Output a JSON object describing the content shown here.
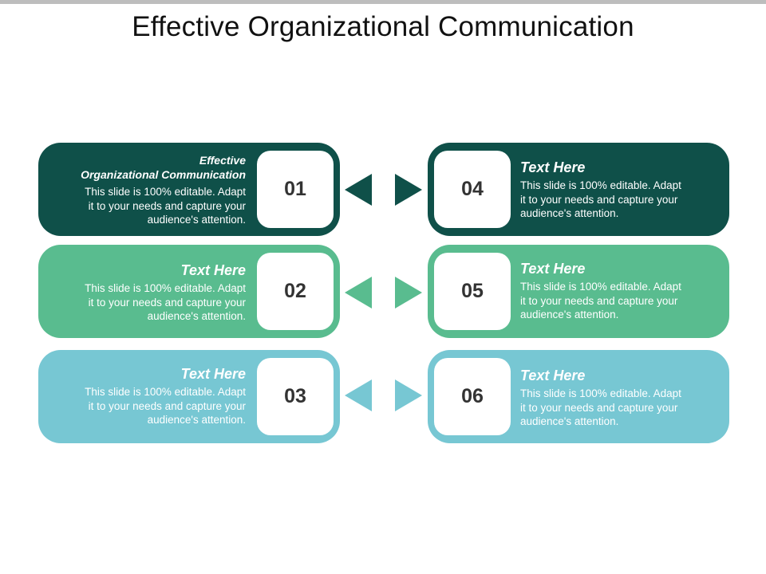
{
  "title": "Effective Organizational Communication",
  "colors": {
    "row1": "#0f5049",
    "row2": "#59bc8f",
    "row3": "#77c7d3",
    "top_bar": "#bdbdbd"
  },
  "items": [
    {
      "number": "01",
      "heading_line1": "Effective",
      "heading_line2": "Organizational  Communication",
      "body_line1": "This slide is 100% editable. Adapt",
      "body_line2": "it to your needs and capture your",
      "body_line3": "audience's attention."
    },
    {
      "number": "02",
      "heading": "Text Here",
      "body_line1": "This slide is 100% editable. Adapt",
      "body_line2": "it to your needs and capture your",
      "body_line3": "audience's attention."
    },
    {
      "number": "03",
      "heading": "Text Here",
      "body_line1": "This slide is 100% editable. Adapt",
      "body_line2": "it to your needs and capture your",
      "body_line3": "audience's attention."
    },
    {
      "number": "04",
      "heading": "Text Here",
      "body_line1": "This slide is 100% editable. Adapt",
      "body_line2": "it to your needs and capture your",
      "body_line3": "audience's attention."
    },
    {
      "number": "05",
      "heading": "Text Here",
      "body_line1": "This slide is 100% editable. Adapt",
      "body_line2": "it to your needs and capture your",
      "body_line3": "audience's attention."
    },
    {
      "number": "06",
      "heading": "Text Here",
      "body_line1": "This slide is 100% editable. Adapt",
      "body_line2": "it to your needs and capture your",
      "body_line3": "audience's attention."
    }
  ]
}
